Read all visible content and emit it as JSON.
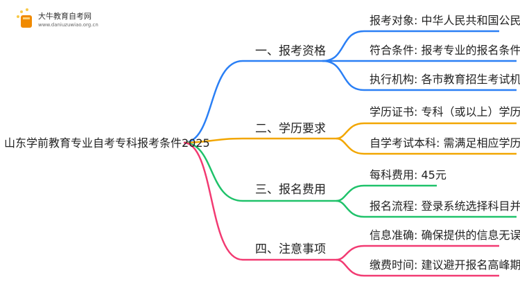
{
  "logo": {
    "name": "大牛教育自考网",
    "url": "www.daniuzuwiao.org.cn"
  },
  "root": "山东学前教育专业自考专科报考条件2025",
  "colors": {
    "b1": "#2a7ff5",
    "b2": "#f2a600",
    "b3": "#1fc26a",
    "b4": "#f23a72"
  },
  "branches": [
    {
      "label": "一、报考资格",
      "leaves": [
        "报考对象: 中华人民共和国公民",
        "符合条件: 报考专业的报名条件",
        "执行机构: 各市教育招生考试机构"
      ]
    },
    {
      "label": "二、学历要求",
      "leaves": [
        "学历证书: 专科（或以上）学历证书",
        "自学考试本科: 需满足相应学历要求"
      ]
    },
    {
      "label": "三、报名费用",
      "leaves": [
        "每科费用: 45元",
        "报名流程: 登录系统选择科目并缴费"
      ]
    },
    {
      "label": "四、注意事项",
      "leaves": [
        "信息准确: 确保提供的信息无误",
        "缴费时间: 建议避开报名高峰期"
      ]
    }
  ]
}
